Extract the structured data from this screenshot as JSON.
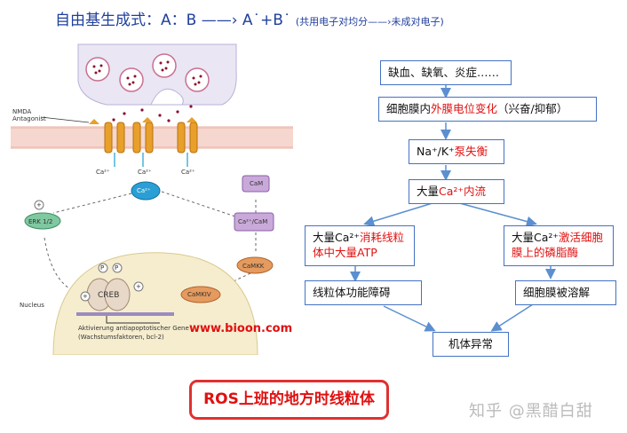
{
  "title": {
    "main": "自由基生成式：A：B ——› A˙+B˙",
    "sub": "(共用电子对均分——›未成对电子)"
  },
  "flow": {
    "b1": "缺血、缺氧、炎症……",
    "b2_a": "细胞膜内",
    "b2_red": "外膜电位变化",
    "b2_b": "（兴奋/抑郁）",
    "b3_a": "Na⁺/K⁺",
    "b3_red": "泵失衡",
    "b4_a": "大量",
    "b4_red": "Ca²⁺内流",
    "b5_a": "大量Ca²⁺",
    "b5_red1": "消耗线粒",
    "b5_red2": "体中大量ATP",
    "b6_a": "大量Ca²⁺",
    "b6_red1": "激活细胞",
    "b6_red2": "膜上的磷脂酶",
    "b7": "线粒体功能障碍",
    "b8": "细胞膜被溶解",
    "b9": "机体异常"
  },
  "left": {
    "nmda": "NMDA",
    "antagonist": "Antagonist",
    "ca": "Ca²⁺",
    "erk": "ERK 1/2",
    "cam": "CaM",
    "ca_cam": "Ca²⁺/CaM",
    "camkk": "CaMKK",
    "camkiv": "CaMKIV",
    "creb": "CREB",
    "p": "P",
    "plus": "+",
    "nucleus": "Nucleus",
    "gene1": "Aktivierung antiapoptotischer Gene",
    "gene2": "(Wachstumsfaktoren, bcl-2)",
    "url": "www.bioon.com"
  },
  "ros": "ROS上班的地方时线粒体",
  "watermark": "知乎 @黑醋白甜"
}
